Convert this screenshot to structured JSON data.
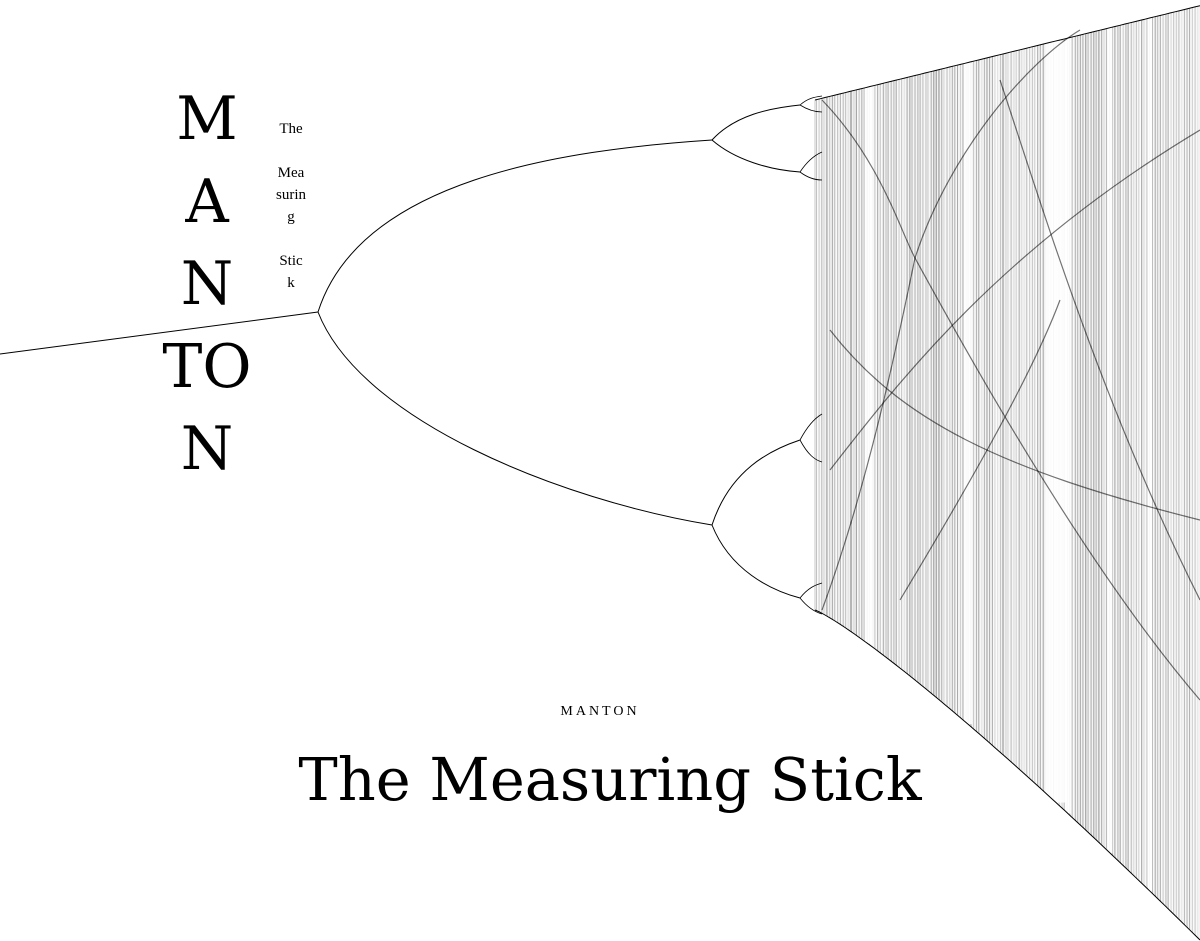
{
  "cover": {
    "artist_vertical": "MANTON",
    "subtitle_vertical_words": [
      "The",
      "Measuring",
      "Stick"
    ],
    "artist_small": "MANTON",
    "album_title": "The Measuring Stick"
  },
  "colors": {
    "background": "#ffffff",
    "ink": "#000000"
  }
}
